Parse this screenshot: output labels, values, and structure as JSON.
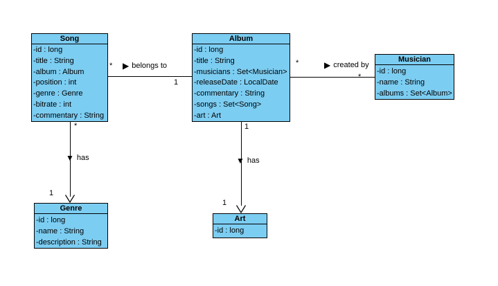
{
  "canvas": {
    "background": "#ffffff",
    "class_fill": "#7CCDF2",
    "line_color": "#000000"
  },
  "icons": {
    "right_triangle": "▶",
    "down_triangle": "▼"
  },
  "classes": [
    {
      "name": "Song",
      "attributes": [
        "-id : long",
        "-title : String",
        "-album : Album",
        "-position : int",
        "-genre : Genre",
        "-bitrate : int",
        "-commentary : String"
      ]
    },
    {
      "name": "Album",
      "attributes": [
        "-id : long",
        "-title : String",
        "-musicians : Set<Musician>",
        "-releaseDate : LocalDate",
        "-commentary : String",
        "-songs : Set<Song>",
        "-art : Art"
      ]
    },
    {
      "name": "Musician",
      "attributes": [
        "-id : long",
        "-name : String",
        "-albums : Set<Album>"
      ]
    },
    {
      "name": "Genre",
      "attributes": [
        "-id : long",
        "-name : String",
        "-description : String"
      ]
    },
    {
      "name": "Art",
      "attributes": [
        "-id : long"
      ]
    }
  ],
  "associations": [
    {
      "label": "belongs to",
      "source": "Song",
      "target": "Album",
      "source_multiplicity": "*",
      "target_multiplicity": "1",
      "direction": "right"
    },
    {
      "label": "created by",
      "source": "Album",
      "target": "Musician",
      "source_multiplicity": "*",
      "target_multiplicity": "*",
      "direction": "right"
    },
    {
      "label": "has",
      "source": "Song",
      "target": "Genre",
      "source_multiplicity": "*",
      "target_multiplicity": "1",
      "direction": "down"
    },
    {
      "label": "has",
      "source": "Album",
      "target": "Art",
      "source_multiplicity": "1",
      "target_multiplicity": "1",
      "direction": "down"
    }
  ]
}
